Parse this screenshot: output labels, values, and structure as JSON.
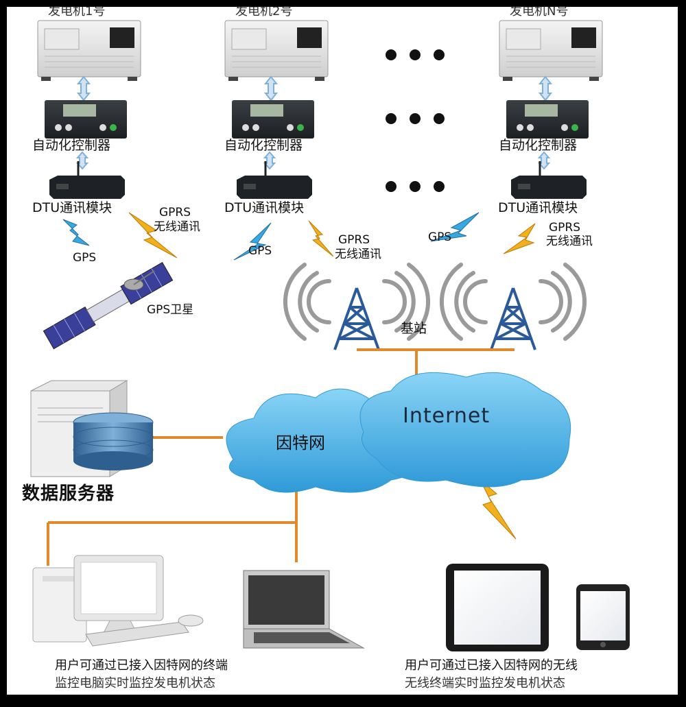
{
  "generators": [
    {
      "title": "发电机1号",
      "controller": "自动化控制器",
      "dtu": "DTU通讯模块"
    },
    {
      "title": "发电机2号",
      "controller": "自动化控制器",
      "dtu": "DTU通讯模块"
    },
    {
      "title": "发电机N号",
      "controller": "自动化控制器",
      "dtu": "DTU通讯模块"
    }
  ],
  "links": {
    "gprs_left": "GPRS",
    "wireless_left": "无线通讯",
    "gps_1": "GPS",
    "gps_2": "GPS",
    "gprs_mid": "GPRS",
    "wireless_mid": "无线通讯",
    "gps_3": "GPS",
    "gprs_right": "GPRS",
    "wireless_right": "无线通讯"
  },
  "satellite_label": "GPS卫星",
  "base_station_label": "基站",
  "internet_label": "Internet",
  "cloud_label": "因特网",
  "server_label": "数据服务器",
  "captions": {
    "terminal_line1": "用户可通过已接入因特网的终端",
    "terminal_line2": "监控电脑实时监控发电机状态",
    "wireless_line1": "用户可通过已接入因特网的无线",
    "wireless_line2": "无线终端实时监控发电机状态"
  },
  "colors": {
    "connector": "#e08a2c",
    "arrow": "#9cc3e6",
    "cloud": "#4fb2e8",
    "tower": "#2b5a9a",
    "lightning_blue": "#3aa8e0",
    "lightning_yellow": "#f0b020"
  }
}
